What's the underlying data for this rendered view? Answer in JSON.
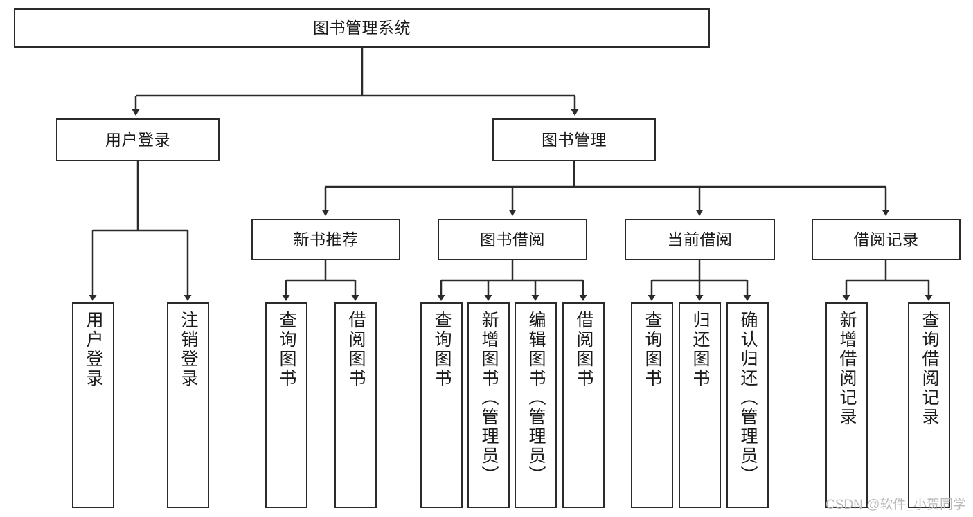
{
  "diagram": {
    "type": "tree-hierarchy",
    "title": "图书管理系统",
    "watermark": "CSDN @软件_小贺同学",
    "colors": {
      "border": "#2b2b2b",
      "background": "#ffffff",
      "text": "#1a1a1a",
      "watermark": "#b9b9b9"
    },
    "nodes": {
      "root": {
        "label": "图书管理系统"
      },
      "level2": [
        {
          "label": "用户登录"
        },
        {
          "label": "图书管理"
        }
      ],
      "level3": [
        {
          "label": "新书推荐"
        },
        {
          "label": "图书借阅"
        },
        {
          "label": "当前借阅"
        },
        {
          "label": "借阅记录"
        }
      ],
      "leaves": {
        "user_login": [
          {
            "label": "用户登录"
          },
          {
            "label": "注销登录"
          }
        ],
        "new_book": [
          {
            "label": "查询图书"
          },
          {
            "label": "借阅图书"
          }
        ],
        "borrow_book": [
          {
            "label": "查询图书"
          },
          {
            "label": "新增图书（管理员）"
          },
          {
            "label": "编辑图书（管理员）"
          },
          {
            "label": "借阅图书"
          }
        ],
        "current_borrow": [
          {
            "label": "查询图书"
          },
          {
            "label": "归还图书"
          },
          {
            "label": "确认归还（管理员）"
          }
        ],
        "borrow_record": [
          {
            "label": "新增借阅记录"
          },
          {
            "label": "查询借阅记录"
          }
        ]
      }
    }
  }
}
